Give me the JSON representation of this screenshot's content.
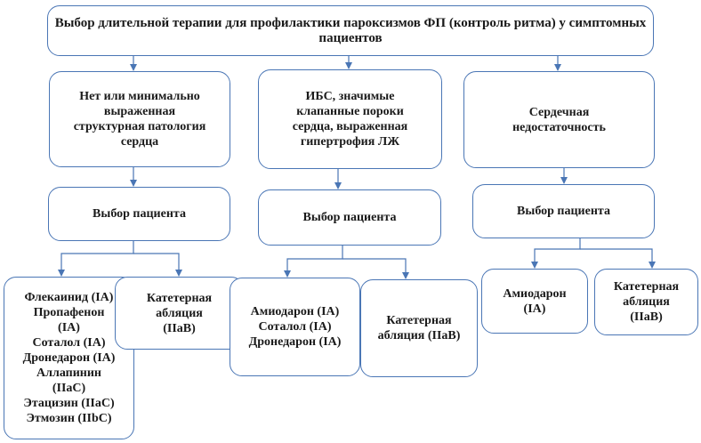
{
  "title": "Выбор длительной терапии для профилактики пароксизмов ФП (контроль ритма) у симптомных пациентов",
  "columns": [
    {
      "condition": "Нет или минимально\nвыраженная\nструктурная патология\nсердца",
      "choice": "Выбор пациента",
      "options": [
        "Флекаинид (IA)\nПропафенон\n(IA)\nСоталол (IA)\nДронедарон (IA)\nАллапинин\n(IIaC)\nЭтацизин (IIaC)\nЭтмозин (IIbC)",
        "Катетерная\nабляция\n(IIaB)"
      ]
    },
    {
      "condition": "ИБС, значимые\nклапанные пороки\nсердца, выраженная\nгипертрофия ЛЖ",
      "choice": "Выбор пациента",
      "options": [
        "Амиодарон (IA)\nСоталол (IA)\nДронедарон (IA)",
        "Катетерная\nабляция (IIaB)"
      ]
    },
    {
      "condition": "Сердечная\nнедостаточность",
      "choice": "Выбор пациента",
      "options": [
        "Амиодарон\n(IA)",
        "Катетерная\nабляция\n(IIaB)"
      ]
    }
  ],
  "colors": {
    "box_border": "#4a76b5",
    "connector": "#4a76b5",
    "text": "#1a1a1a"
  }
}
